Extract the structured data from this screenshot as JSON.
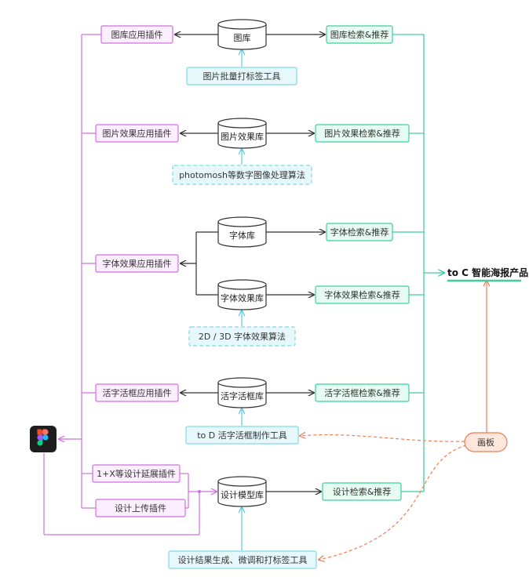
{
  "diagram": {
    "plugins": {
      "gallery": "图库应用插件",
      "image_effect": "图片效果应用插件",
      "font_effect": "字体效果应用插件",
      "lettering": "活字活框应用插件",
      "extension": "1+X等设计延展插件",
      "upload": "设计上传插件"
    },
    "databases": {
      "gallery": "图库",
      "image_effect": "图片效果库",
      "font": "字体库",
      "font_effect": "字体效果库",
      "lettering": "活字活框库",
      "design_model": "设计模型库"
    },
    "retrieval": {
      "gallery": "图库检索&推荐",
      "image_effect": "图片效果检索&推荐",
      "font": "字体检索&推荐",
      "font_effect": "字体效果检索&推荐",
      "lettering": "活字活框检索&推荐",
      "design": "设计检索&推荐"
    },
    "tools": {
      "batch_tagging": "图片批量打标签工具",
      "photomosh": "photomosh等数字图像处理算法",
      "font_algo": "2D / 3D 字体效果算法",
      "lettering_tool": "to D 活字活框制作工具",
      "design_gen": "设计结果生成、微调和打标签工具"
    },
    "product": "to C 智能海报产品",
    "canvas": "画板",
    "figma_icon": "figma-logo-icon",
    "colors": {
      "plugin_border": "#d070e0",
      "plugin_fill": "#fbeefe",
      "retrieval_border": "#3ecf9c",
      "retrieval_fill": "#e6fbf2",
      "tool_border": "#7fd8e8",
      "tool_fill": "#e7f8fc",
      "canvas_border": "#ef7d52",
      "canvas_fill": "#fde6dc",
      "line_dark": "#333333",
      "line_green": "#3ecf9c",
      "line_purple": "#d070e0",
      "line_cyan": "#5bcbe3",
      "line_orange": "#ef7d52"
    }
  }
}
